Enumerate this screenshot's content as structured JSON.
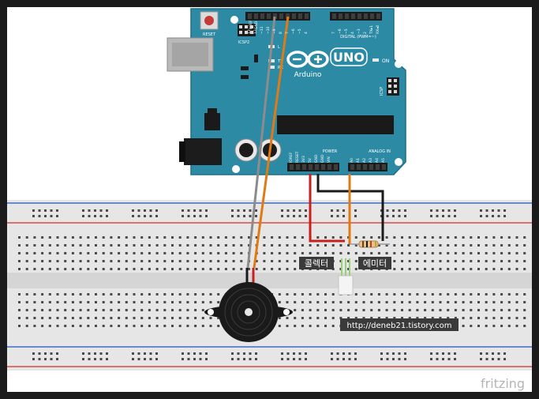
{
  "board": {
    "reset_label": "RESET",
    "icsp2_label": "ICSP2",
    "icsp_label": "ICSP",
    "digital_label": "DIGITAL (PWM=~)",
    "logo_name": "UNO",
    "logo_sub": "Arduino",
    "on_label": "ON",
    "power_label": "POWER",
    "analog_label": "ANALOG IN",
    "aref_label": "AREF",
    "gnd_label": "GND",
    "tx_label": "TX",
    "rx_label": "RX",
    "l_label": "L",
    "digital_pins": [
      "13",
      "12",
      "~11",
      "~10",
      "~9",
      "8",
      "7",
      "~6",
      "~5",
      "4",
      "~3",
      "2",
      "TX▸1",
      "RX◂0"
    ],
    "power_pins": [
      "IOREF",
      "RESET",
      "3V3",
      "5V",
      "GND",
      "GND",
      "VIN"
    ],
    "analog_pins": [
      "A0",
      "A1",
      "A2",
      "A3",
      "A4",
      "A5"
    ]
  },
  "annotations": {
    "collector_label": "콜렉터",
    "emitter_label": "에미터",
    "blog_url": "http://deneb21.tistory.com"
  },
  "watermark": "fritzing",
  "colors": {
    "board": "#2c8aa5",
    "board_dark": "#1f6f86",
    "wire_red": "#c9201c",
    "wire_orange": "#e07a14",
    "wire_black": "#1a1a1a",
    "wire_gray": "#8c8c8c",
    "rail_red": "#d84a4a",
    "rail_blue": "#3d6fc9",
    "breadboard": "#e6e6e6"
  }
}
